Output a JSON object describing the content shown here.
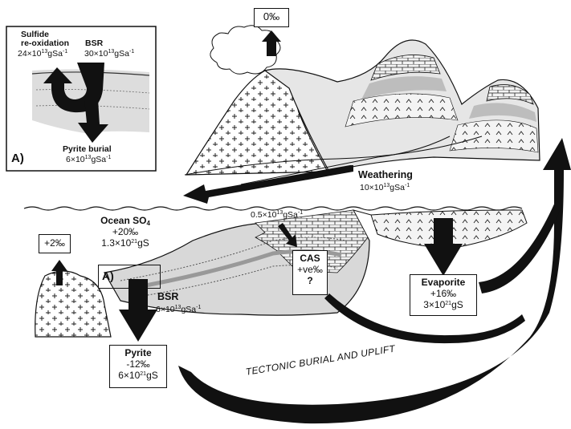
{
  "inset": {
    "panel_label": "A)",
    "sulfide_title_1": "Sulfide",
    "sulfide_title_2": "re-oxidation",
    "sulfide_flux_base": "24×10",
    "sulfide_flux_exp": "13",
    "sulfide_flux_unit": "gSa",
    "sulfide_flux_unit_exp": "-1",
    "bsr_title": "BSR",
    "bsr_flux_base": "30×10",
    "bsr_flux_exp": "13",
    "bsr_flux_unit": "gSa",
    "bsr_flux_unit_exp": "-1",
    "pyrite_burial_title": "Pyrite burial",
    "pyrite_burial_base": "6×10",
    "pyrite_burial_exp": "13",
    "pyrite_burial_unit": "gSa",
    "pyrite_burial_unit_exp": "-1"
  },
  "volcano": {
    "value": "0‰"
  },
  "weathering": {
    "title": "Weathering",
    "flux_base": "10×10",
    "flux_exp": "13",
    "flux_unit": "gSa",
    "flux_unit_exp": "-1"
  },
  "cas_flux": {
    "base": "0.5×10",
    "exp": "13",
    "unit": "gSa",
    "unit_exp": "-1"
  },
  "ocean": {
    "title": "Ocean SO",
    "title_sub": "4",
    "delta": "+20‰",
    "mass_base": "1.3×10",
    "mass_exp": "21",
    "mass_unit": "gS"
  },
  "island": {
    "value": "+2‰"
  },
  "a_marker": "A)",
  "cas": {
    "title": "CAS",
    "value": "+ve‰",
    "query": "?"
  },
  "bsr": {
    "title": "BSR",
    "flux_base": "6×10",
    "flux_exp": "13",
    "flux_unit": "gSa",
    "flux_unit_exp": "-1"
  },
  "evaporite": {
    "title": "Evaporite",
    "delta": "+16‰",
    "mass_base": "3×10",
    "mass_exp": "21",
    "mass_unit": "gS"
  },
  "pyrite": {
    "title": "Pyrite",
    "delta": "-12‰",
    "mass_base": "6×10",
    "mass_exp": "21",
    "mass_unit": "gS"
  },
  "tectonic": "TECTONIC BURIAL AND UPLIFT"
}
